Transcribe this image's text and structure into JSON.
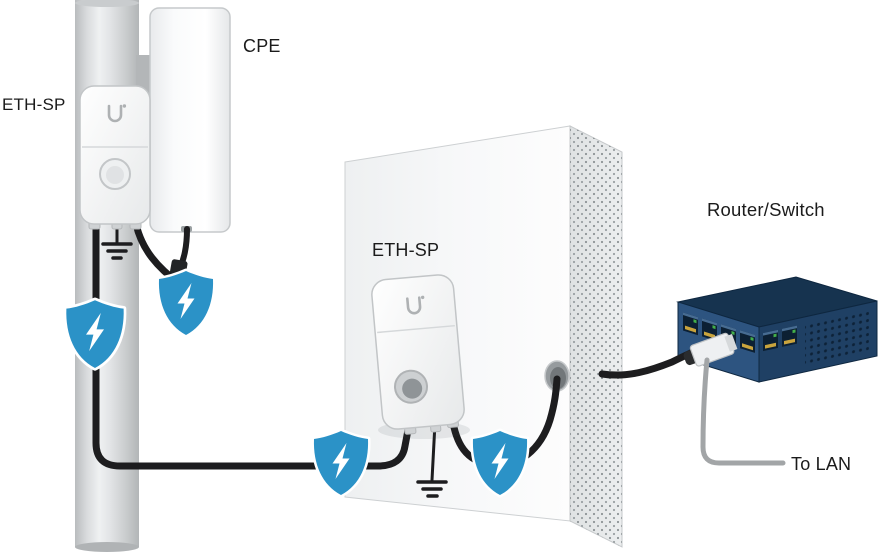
{
  "diagram": {
    "labels": {
      "eth_sp_pole": "ETH-SP",
      "cpe": "CPE",
      "eth_sp_wall": "ETH-SP",
      "router_switch": "Router/Switch",
      "to_lan": "To LAN"
    },
    "icons": {
      "surge_shield": "shield-with-lightning-bolt",
      "ground": "earth-ground-symbol",
      "ubiquiti_logo": "U"
    },
    "colors": {
      "shield_blue": "#2b92c7",
      "router_top": "#16334f",
      "router_front": "#2d5480",
      "router_side": "#1f4064",
      "cable_black": "#1d1d1f",
      "lan_cable_gray": "#a2a5a7",
      "label_text": "#1b1b1b"
    }
  }
}
